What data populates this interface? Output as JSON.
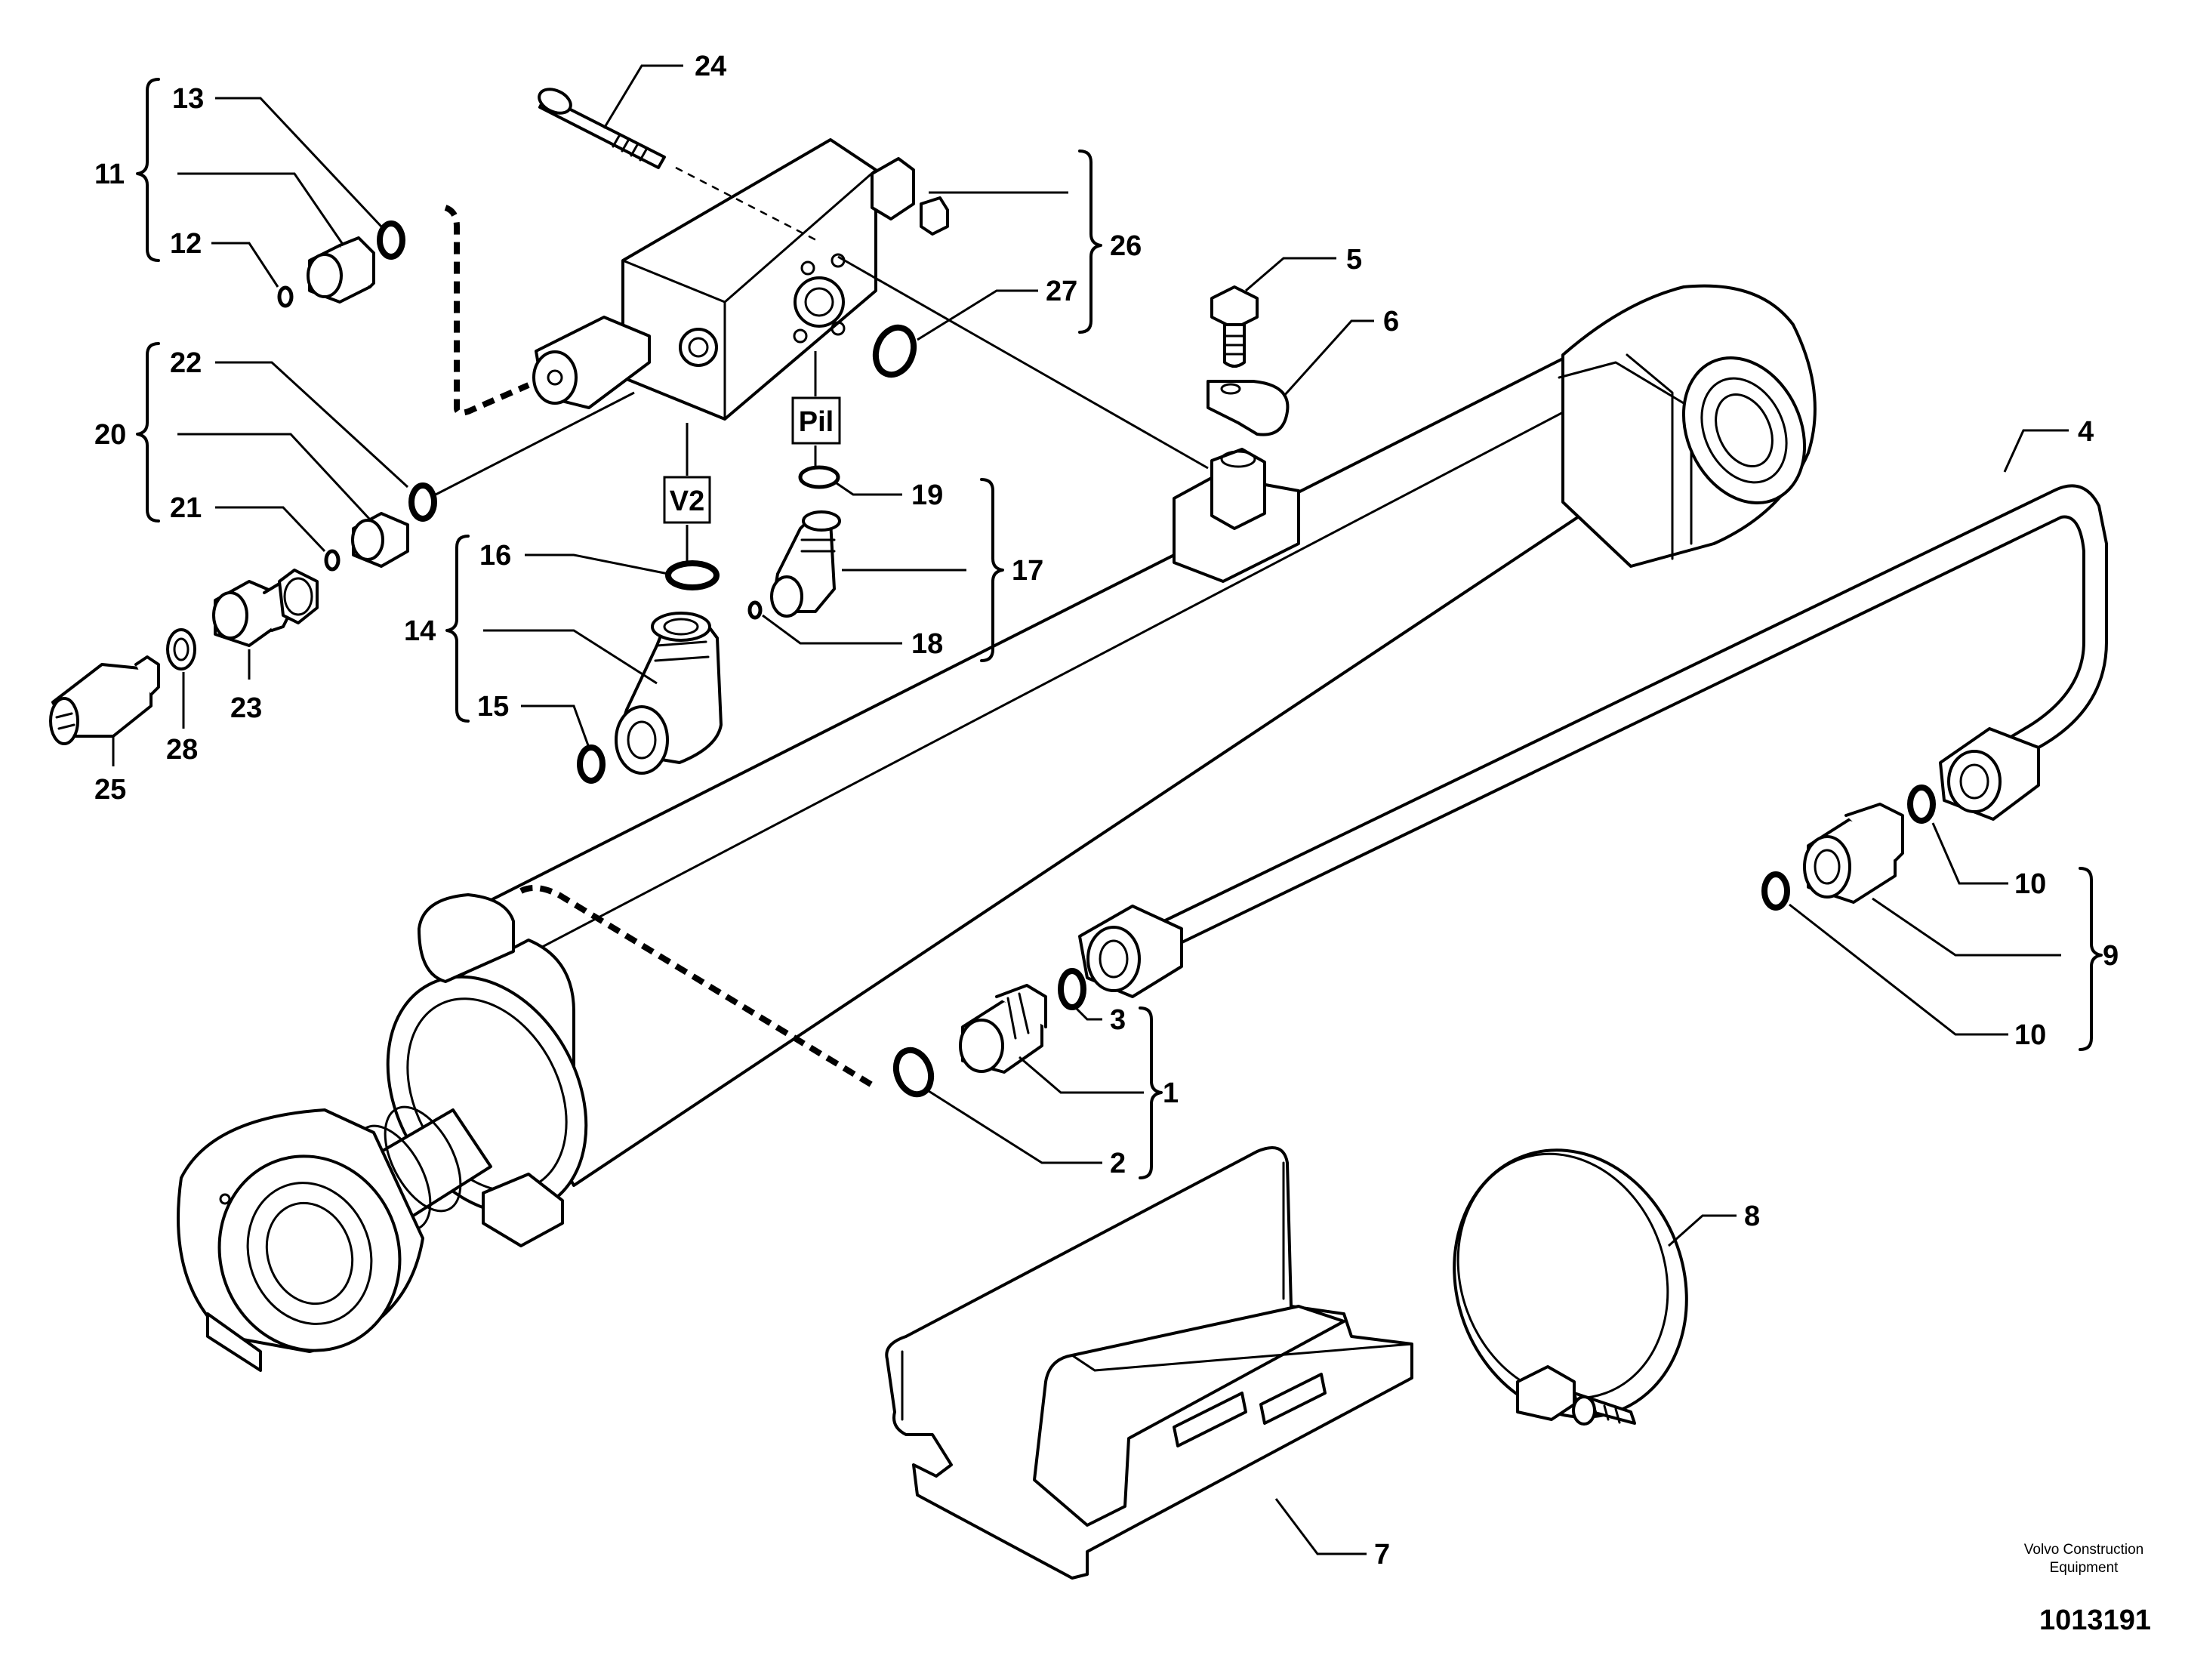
{
  "diagram": {
    "part_numbers": {
      "p1": "1",
      "p2": "2",
      "p3": "3",
      "p4": "4",
      "p5": "5",
      "p6": "6",
      "p7": "7",
      "p8": "8",
      "p9": "9",
      "p10a": "10",
      "p10b": "10",
      "p11": "11",
      "p12": "12",
      "p13": "13",
      "p14": "14",
      "p15": "15",
      "p16": "16",
      "p17": "17",
      "p18": "18",
      "p19": "19",
      "p20": "20",
      "p21": "21",
      "p22": "22",
      "p23": "23",
      "p24": "24",
      "p25": "25",
      "p26": "26",
      "p27": "27",
      "p28": "28"
    },
    "port_tags": {
      "v2": "V2",
      "pil": "Pil"
    },
    "footer": {
      "company_line1": "Volvo Construction",
      "company_line2": "Equipment",
      "document_number": "1013191"
    }
  }
}
